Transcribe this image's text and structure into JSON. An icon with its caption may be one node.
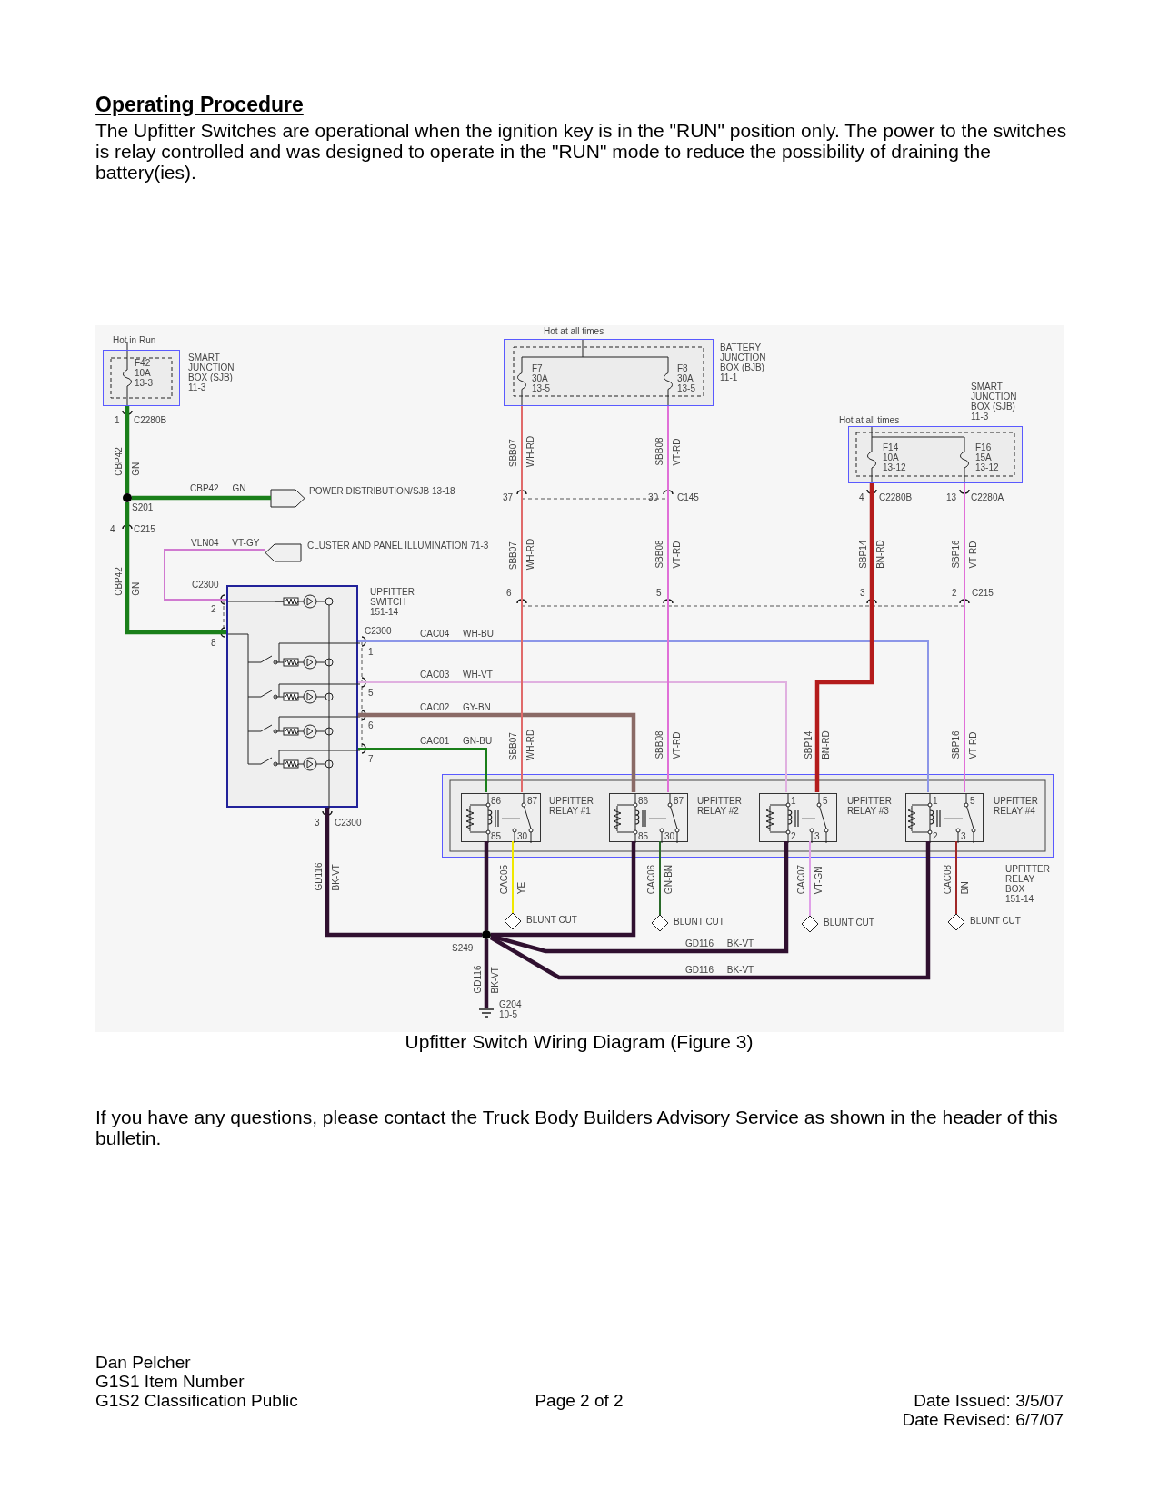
{
  "diagram": {
    "title": "Operating Procedure",
    "caption": "Upfitter Switch Wiring Diagram (Figure 3)",
    "nodes": [
      {
        "text": [
          "F42 10A 13-3",
          "SMART JUNCTION BOX (SJB) 11-3"
        ],
        "beside": [
          "Hot in Run"
        ]
      },
      {
        "text": [
          "F7 30A 13-5",
          "F8 30A 13-5",
          "BATTERY JUNCTION BOX (BJB) 11-1"
        ],
        "beside": [
          "Hot at all times"
        ]
      },
      {
        "text": [
          "SMART JUNCTION BOX (SJB) 11-3",
          "Hot at all times",
          "F14 10A 13-12",
          "F16 15A 13-12"
        ]
      },
      {
        "text": [
          "POWER DISTRIBUTION/SJB 13-18"
        ]
      },
      {
        "text": [
          "CLUSTER AND PANEL ILLUMINATION 71-3"
        ]
      },
      {
        "text": [
          "UPFITTER SWITCH 151-14"
        ]
      },
      {
        "text": [
          "UPFITTER RELAY BOX 151-14"
        ]
      },
      {
        "text": [
          "86",
          "87",
          "UPFITTER RELAY #1",
          "85",
          "30"
        ],
        "in": 6
      },
      {
        "text": [
          "86",
          "87",
          "UPFITTER RELAY #2",
          "85",
          "30"
        ],
        "in": 6
      },
      {
        "text": [
          "1",
          "5",
          "UPFITTER RELAY #3",
          "2",
          "3"
        ],
        "in": 6
      },
      {
        "text": [
          "1",
          "5",
          "UPFITTER RELAY #4",
          "2",
          "3"
        ],
        "in": 6
      },
      {
        "text": [
          "BLUNT CUT"
        ]
      },
      {
        "text": [
          "BLUNT CUT"
        ]
      },
      {
        "text": [
          "BLUNT CUT"
        ]
      },
      {
        "text": [
          "BLUNT CUT"
        ]
      },
      {
        "text": [],
        "shape": "circle",
        "beside": [
          "S201"
        ]
      },
      {
        "text": [],
        "shape": "circle",
        "beside": [
          "S249"
        ]
      },
      {
        "text": [],
        "shape": "ground",
        "beside": [
          "G204 10-5"
        ]
      }
    ],
    "edges": [
      {
        "from": 0,
        "to": 15,
        "arrow": "none",
        "label": "CBP42 GN",
        "style": "thick",
        "color": "#1a7f1a"
      },
      {
        "from": 15,
        "to": 3,
        "arrow": "none",
        "label": "CBP42 GN",
        "style": "thick",
        "color": "#1a7f1a"
      },
      {
        "from": 15,
        "to": 5,
        "arrow": "none",
        "label": "CBP42 GN",
        "style": "thick",
        "color": "#1a7f1a"
      },
      {
        "from": 4,
        "to": 5,
        "arrow": "none",
        "label": "VLN04 VT-GY",
        "color": "#d07ad0"
      },
      {
        "from": 5,
        "to": 10,
        "arrow": "none",
        "label": "CAC04 WH-BU",
        "color": "#8c96e8"
      },
      {
        "from": 5,
        "to": 9,
        "arrow": "none",
        "label": "CAC03 WH-VT",
        "color": "#e0b0e0"
      },
      {
        "from": 5,
        "to": 8,
        "arrow": "none",
        "label": "CAC02 GY-BN",
        "style": "thick",
        "color": "#8a6a66"
      },
      {
        "from": 5,
        "to": 7,
        "arrow": "none",
        "label": "CAC01 GN-BU",
        "color": "#1a7f1a"
      },
      {
        "from": 5,
        "to": 16,
        "arrow": "none",
        "label": "GD116 BK-VT",
        "style": "thick"
      },
      {
        "from": 7,
        "to": 16,
        "arrow": "none",
        "style": "thick"
      },
      {
        "from": 8,
        "to": 16,
        "arrow": "none",
        "style": "thick"
      },
      {
        "from": 9,
        "to": 16,
        "arrow": "none",
        "label": "GD116 BK-VT",
        "style": "thick"
      },
      {
        "from": 10,
        "to": 16,
        "arrow": "none",
        "label": "GD116 BK-VT",
        "style": "thick"
      },
      {
        "from": 16,
        "to": 17,
        "arrow": "none",
        "label": "GD116 BK-VT",
        "style": "thick"
      },
      {
        "from": 1,
        "to": 7,
        "arrow": "none",
        "label": "SBB07 WH-RD",
        "color": "#e06a6a"
      },
      {
        "from": 1,
        "to": 8,
        "arrow": "none",
        "label": "SBB08 VT-RD",
        "color": "#e070d8"
      },
      {
        "from": 2,
        "to": 9,
        "arrow": "none",
        "label": "SBP14 BN-RD",
        "style": "thick",
        "color": "#b41c1c"
      },
      {
        "from": 2,
        "to": 10,
        "arrow": "none",
        "label": "SBP16 VT-RD",
        "color": "#e070d8"
      },
      {
        "from": 7,
        "to": 11,
        "arrow": "none",
        "label": "CAC05 YE",
        "color": "#f0e800"
      },
      {
        "from": 8,
        "to": 12,
        "arrow": "none",
        "label": "CAC06 GN-BN",
        "color": "#2a6a2a"
      },
      {
        "from": 9,
        "to": 13,
        "arrow": "none",
        "label": "CAC07 VT-GN",
        "color": "#e0a0e8"
      },
      {
        "from": 10,
        "to": 14,
        "arrow": "none",
        "label": "CAC08 BN",
        "color": "#a02828"
      }
    ],
    "labels": [
      "The Upfitter Switches are operational when the ignition key is in the \"RUN\" position only. The power to the switches is relay controlled and was designed to operate in the \"RUN\" mode to reduce the possibility of draining the battery(ies).",
      "1",
      "C2280B",
      "4",
      "C215",
      "C2300",
      "2",
      "8",
      "C2300",
      "1",
      "5",
      "6",
      "7",
      "3",
      "C2300",
      "37",
      "30",
      "C145",
      "4",
      "C2280B",
      "13",
      "C2280A",
      "SBB07 WH-RD",
      "SBB08 VT-RD",
      "6",
      "5",
      "3",
      "2",
      "C215",
      "SBB07 WH-RD",
      "SBB08 VT-RD",
      "SBP14 BN-RD",
      "SBP16 VT-RD",
      "If you have any questions, please contact the Truck Body Builders Advisory Service as shown in the header of this bulletin.",
      "Dan Pelcher",
      "G1S1 Item Number",
      "G1S2 Classification Public",
      "Page 2 of 2",
      "Date Issued: 3/5/07",
      "Date Revised: 6/7/07"
    ]
  }
}
